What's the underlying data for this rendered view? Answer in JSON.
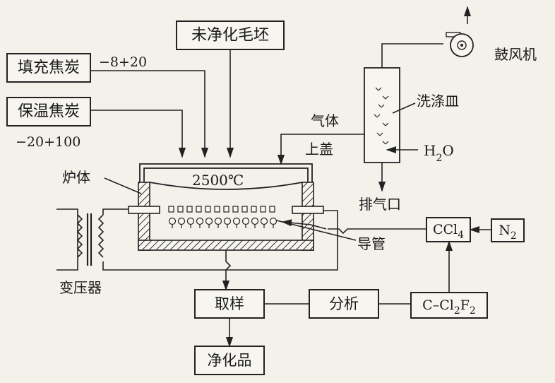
{
  "boxes": {
    "filling_coke": "填充焦炭",
    "insulation_coke": "保温焦炭",
    "raw_billet": "未净化毛坯",
    "sampling": "取样",
    "analysis": "分析",
    "purified": "净化品",
    "ccl4": "CCl4",
    "n2": "N2",
    "cclf": "C–Cl2F2"
  },
  "labels": {
    "size_fine": "−8+20",
    "size_coarse": "−20+100",
    "temperature": "2500℃",
    "furnace_body": "炉体",
    "transformer": "变压器",
    "gas": "气体",
    "lid": "上盖",
    "scrubber": "洗涤皿",
    "water": "H2O",
    "exhaust": "排气口",
    "blower": "鼓风机",
    "conduit": "导管"
  },
  "icons": [
    "fan-icon",
    "arrow-up-icon"
  ],
  "colors": {
    "ink": "#222222",
    "paper": "#f4f1eb",
    "hatch": "#333333"
  }
}
